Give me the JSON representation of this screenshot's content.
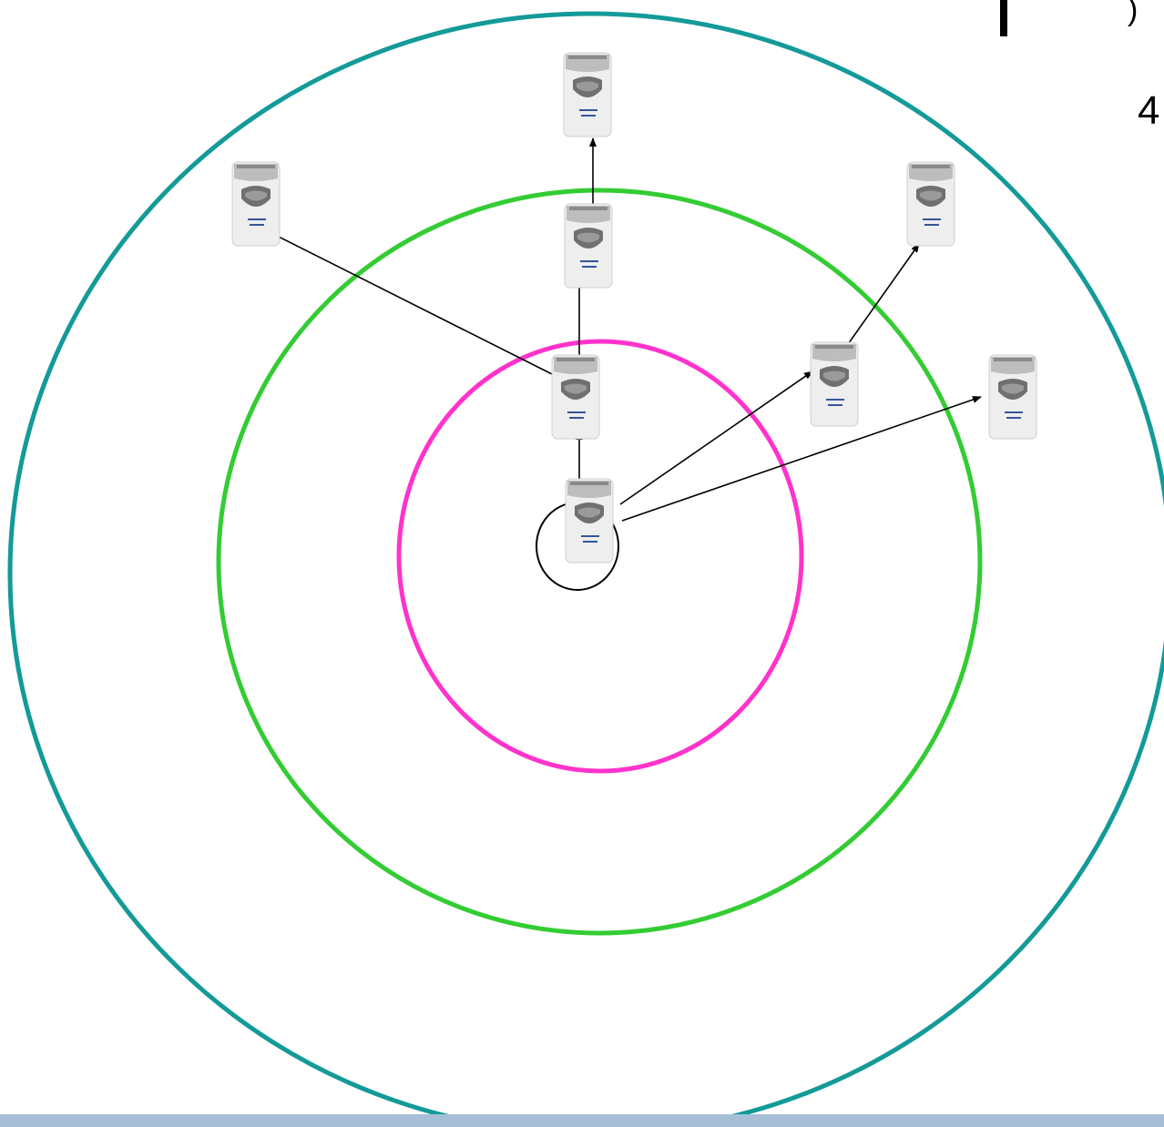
{
  "diagram": {
    "rings": [
      {
        "name": "inner-ring",
        "color": "#ff33cc"
      },
      {
        "name": "middle-ring",
        "color": "#33cc33"
      },
      {
        "name": "outer-ring",
        "color": "#139a99"
      }
    ],
    "highlight_color": "#000000",
    "arrow_color": "#000000",
    "device_colors": {
      "cap": "#bdbdbd",
      "body": "#eeeeee",
      "screen": "#707070",
      "print": "#335599"
    },
    "band_color": "#a6bfd6"
  },
  "fragments": {
    "top_right": ")",
    "right_edge": "4"
  }
}
